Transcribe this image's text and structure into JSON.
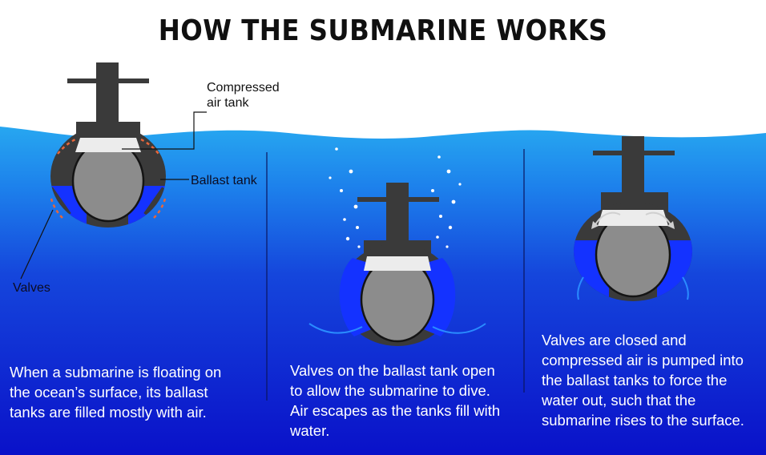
{
  "title": "HOW THE SUBMARINE WORKS",
  "labels": {
    "compressed_air_line1": "Compressed",
    "compressed_air_line2": "air tank",
    "ballast_tank": "Ballast tank",
    "valves": "Valves"
  },
  "captions": {
    "floating_line1": "When a submarine is floating on",
    "floating_line2": "the ocean’s surface, its ballast",
    "floating_line3": "tanks are filled mostly with air.",
    "diving_line1": "Valves on the ballast tank open",
    "diving_line2": "to allow the submarine to dive.",
    "diving_line3": "Air escapes as the tanks fill with",
    "diving_line4": "water.",
    "rising_line1": "Valves are closed and",
    "rising_line2": "compressed air is pumped into",
    "rising_line3": "the ballast tanks to force the",
    "rising_line4": "water out, such that the",
    "rising_line5": "submarine rises to the surface."
  },
  "colors": {
    "sky": "#ffffff",
    "surface_water": "#27a7f0",
    "deep_water": "#0a11c9",
    "hull": "#3a3a3a",
    "ballast_water": "#1432ff",
    "inner_hull": "#8c8c8c",
    "air_tank": "#ececec",
    "valve_marks": "#e8663a",
    "bubbles": "#ffffff"
  }
}
